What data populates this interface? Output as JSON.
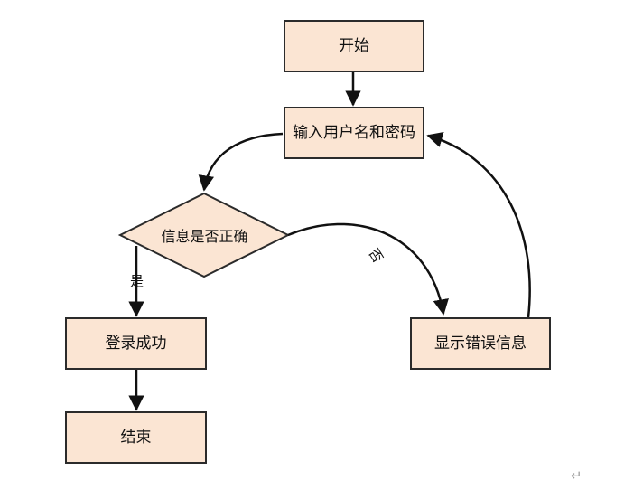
{
  "nodes": {
    "start": "开始",
    "input": "输入用户名和密码",
    "check": "信息是否正确",
    "success": "登录成功",
    "end": "结束",
    "error": "显示错误信息"
  },
  "edges": {
    "yes": "是",
    "no": "否"
  },
  "paragraph_mark": "↵",
  "colors": {
    "node_fill": "#fbe5d3",
    "stroke": "#2b2b2b"
  }
}
